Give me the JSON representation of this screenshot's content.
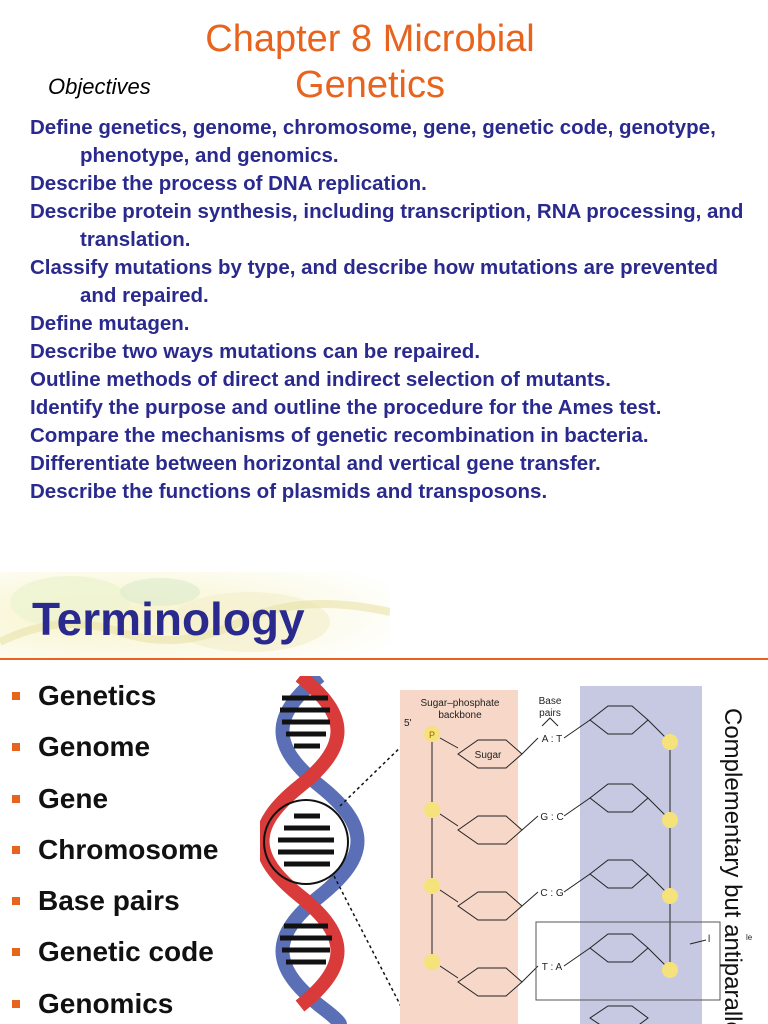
{
  "slide1": {
    "title_line1": "Chapter 8 Microbial",
    "title_line2": "Genetics",
    "objectives_label": "Objectives",
    "objectives": [
      "Define genetics, genome, chromosome, gene, genetic code, genotype, phenotype, and genomics.",
      "Describe the process of DNA replication.",
      "Describe protein synthesis, including transcription, RNA processing, and translation.",
      "Classify mutations by type, and describe how mutations are prevented and repaired.",
      "Define mutagen.",
      "Describe two ways mutations can be repaired.",
      "Outline methods of direct and indirect selection of mutants.",
      "Identify the purpose and outline the procedure for the Ames test.",
      "Compare the mechanisms of genetic recombination in bacteria.",
      "Differentiate between horizontal and vertical gene transfer.",
      "Describe the functions of plasmids and transposons."
    ]
  },
  "slide2": {
    "title": "Terminology",
    "terms": [
      "Genetics",
      "Genome",
      "Gene",
      "Chromosome",
      "Base pairs",
      "Genetic code",
      "Genomics"
    ],
    "side_text": "Complementary but antiparallel",
    "diagram": {
      "backbone_label_1": "Sugar–phosphate",
      "backbone_label_2": "backbone",
      "base_pairs_label_1": "Base",
      "base_pairs_label_2": "pairs",
      "five_prime": "5'",
      "phosphate": "P",
      "sugar": "Sugar",
      "pairs": [
        "A : T",
        "G : C",
        "C : G",
        "T : A"
      ],
      "marker_1": "l",
      "marker_2": "le"
    },
    "colors": {
      "accent": "#e8641e",
      "heading": "#2a2a8e",
      "backbone_left": "#f6d7c8",
      "backbone_right": "#c7c9e3",
      "phosphate": "#f6e27a",
      "helix_red": "#d93a3a",
      "helix_blue": "#5a6fb5"
    }
  }
}
